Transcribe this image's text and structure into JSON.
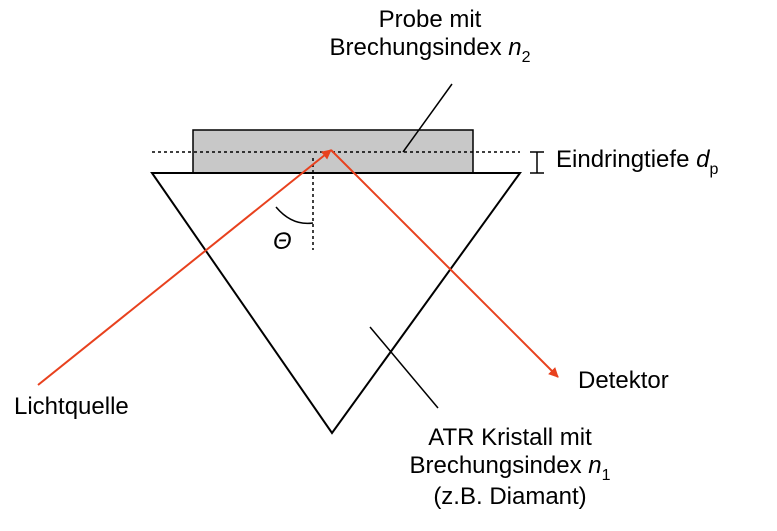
{
  "colors": {
    "beam": "#e8411e",
    "sample_fill": "#c8c8c8",
    "line": "#000000"
  },
  "labels": {
    "probe": {
      "line1": "Probe mit",
      "line2_prefix": "Brechungsindex ",
      "symbol": "n",
      "subscript": "2"
    },
    "penetration": {
      "prefix": "Eindringtiefe ",
      "symbol": "d",
      "subscript": "p"
    },
    "angle": "Θ",
    "light_source": "Lichtquelle",
    "detector": "Detektor",
    "crystal": {
      "line1": "ATR Kristall mit",
      "line2_prefix": "Brechungsindex ",
      "symbol": "n",
      "subscript": "1",
      "line3": "(z.B. Diamant)"
    }
  }
}
